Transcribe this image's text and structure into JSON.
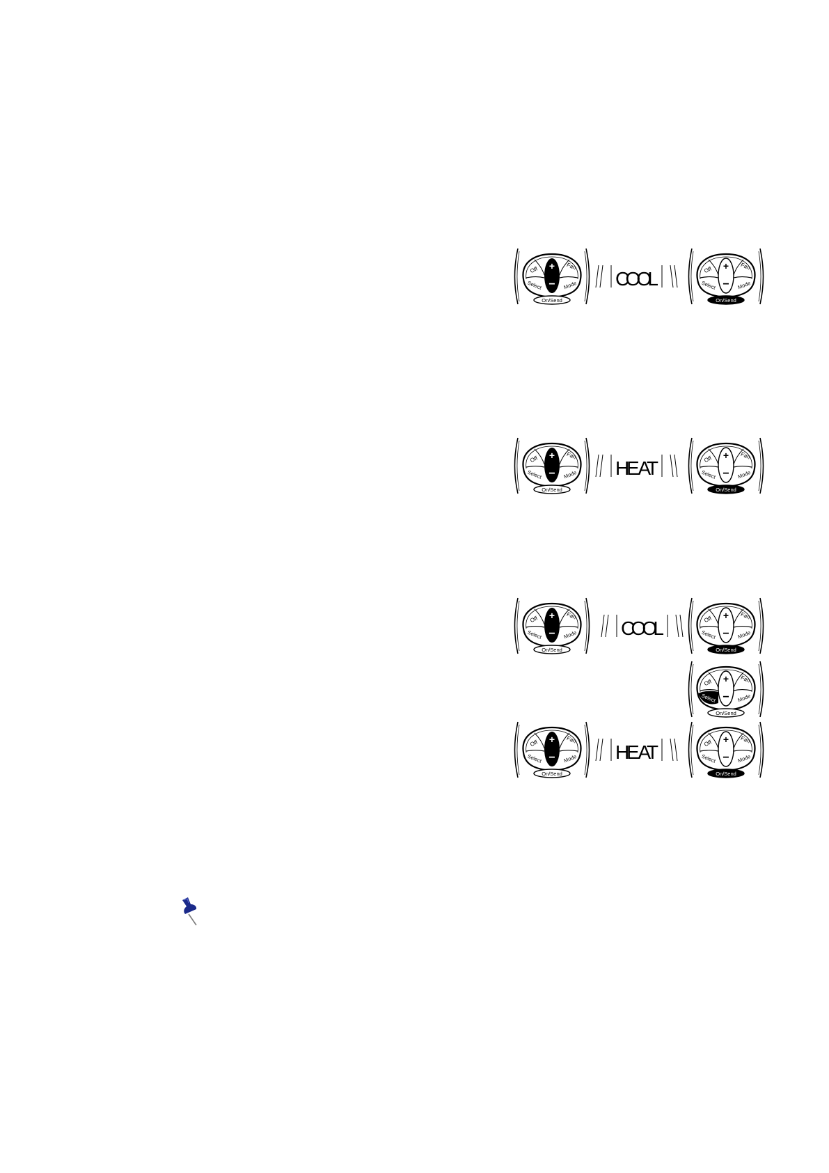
{
  "remote": {
    "off": "Off",
    "fan": "Fan",
    "select": "Select",
    "mode": "Mode",
    "on_send": "On/Send",
    "plus": "+",
    "minus": "−"
  },
  "steps": [
    {
      "display": "COOL"
    },
    {
      "display": "HE AT"
    },
    {
      "display": "COOL"
    },
    {
      "display": "HE AT"
    }
  ],
  "icons": {
    "note": "pushpin-icon"
  },
  "colors": {
    "ink": "#000000",
    "pin": "#1b2a8a"
  }
}
